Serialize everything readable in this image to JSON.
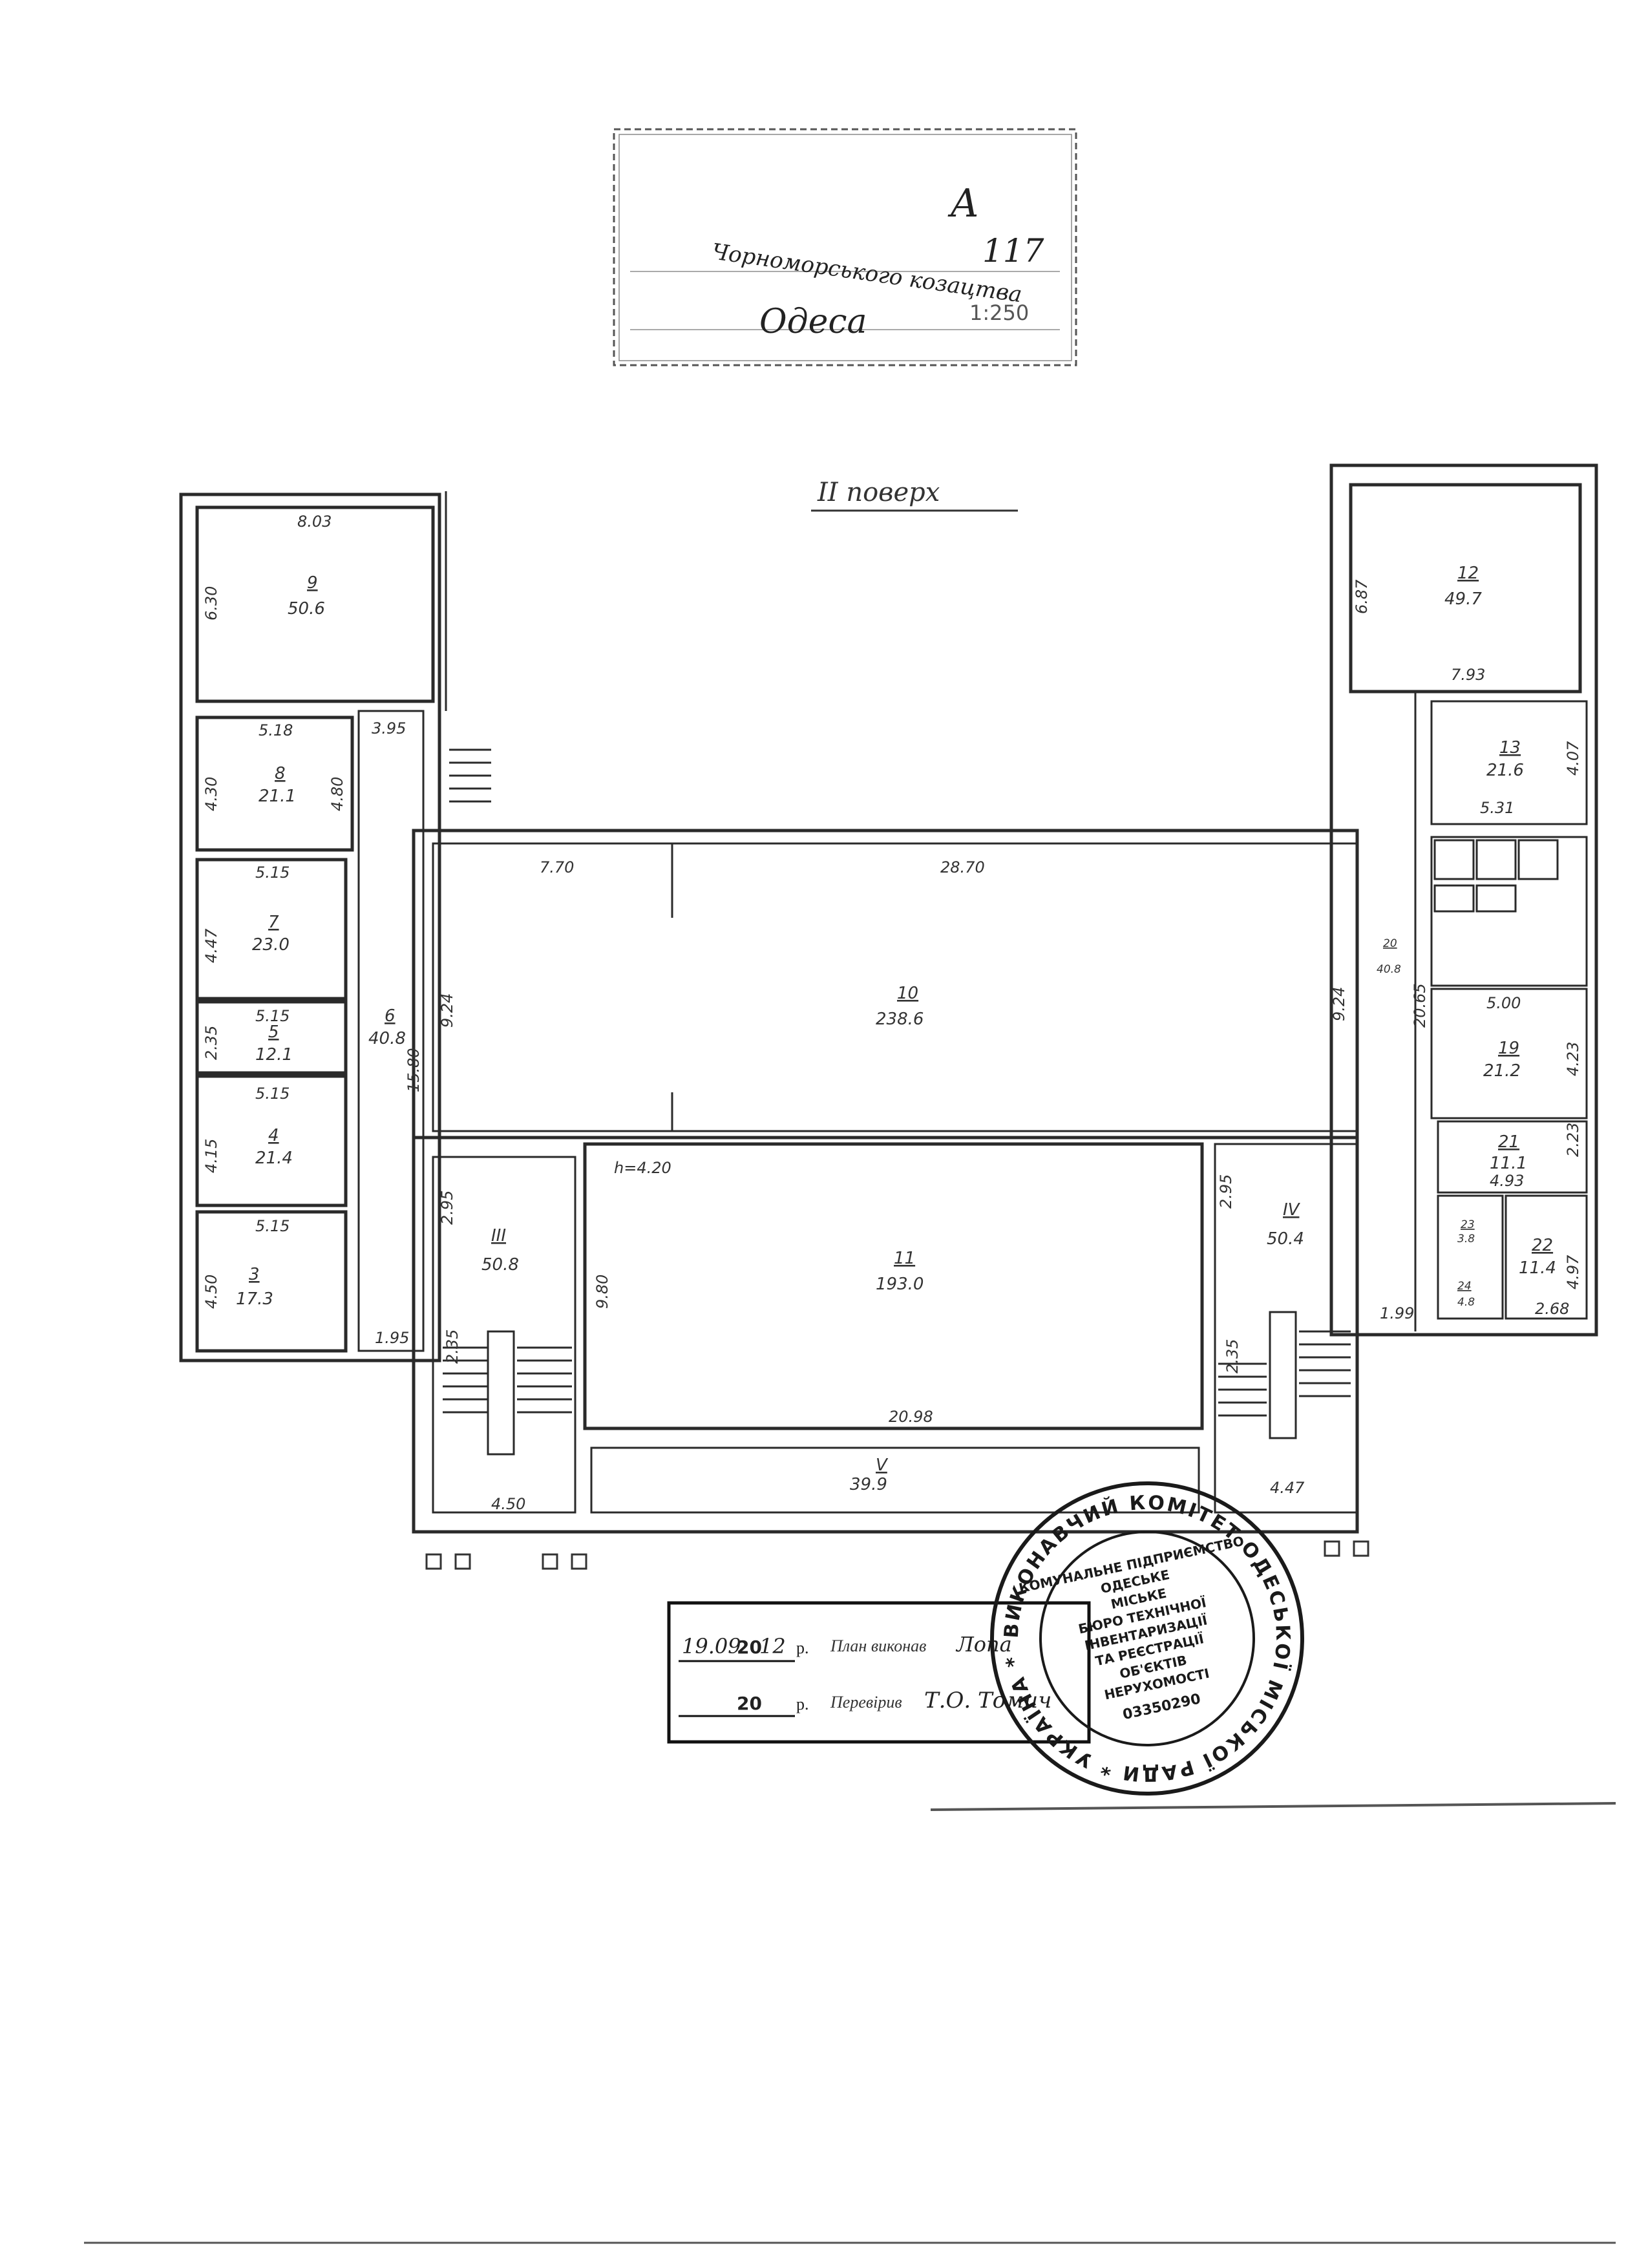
{
  "title_block": {
    "letter": "А",
    "street": "Чорноморського козацтва",
    "number": "117",
    "city": "Одеса",
    "scale": "1:250"
  },
  "floor_label": "II поверх",
  "rooms": [
    {
      "num": "9",
      "area": "50.6"
    },
    {
      "num": "8",
      "area": "21.1"
    },
    {
      "num": "7",
      "area": "23.0"
    },
    {
      "num": "5",
      "area": "12.1"
    },
    {
      "num": "4",
      "area": "21.4"
    },
    {
      "num": "3",
      "area": "17.3"
    },
    {
      "num": "6",
      "area": "40.8"
    },
    {
      "num": "10",
      "area": "238.6"
    },
    {
      "num": "11",
      "area": "193.0"
    },
    {
      "num": "III",
      "area": "50.8"
    },
    {
      "num": "IV",
      "area": "50.4"
    },
    {
      "num": "V",
      "area": "39.9"
    },
    {
      "num": "12",
      "area": "49.7"
    },
    {
      "num": "13",
      "area": "21.6"
    },
    {
      "num": "19",
      "area": "21.2"
    },
    {
      "num": "21",
      "area": "11.1"
    },
    {
      "num": "22",
      "area": "11.4"
    },
    {
      "num": "23",
      "area": "3.8"
    },
    {
      "num": "24",
      "area": "4.8"
    },
    {
      "num": "20",
      "area": "40.8"
    }
  ],
  "dimensions": {
    "r9_w": "8.03",
    "r9_h": "6.30",
    "r8_w": "5.18",
    "r8_h": "4.30",
    "r8_h2": "4.80",
    "r7_w": "5.15",
    "r7_h": "4.47",
    "r5_w": "5.15",
    "r5_h": "2.35",
    "r4_w": "5.15",
    "r4_h": "4.15",
    "r3_w": "5.15",
    "r3_h": "4.50",
    "corr_top": "3.95",
    "corr_bottom": "1.95",
    "corr_len": "15.80",
    "r10_left": "7.70",
    "r10_right": "28.70",
    "r10_h": "9.24",
    "r10_h2": "9.24",
    "ceiling_h": "h=4.20",
    "r11_h": "9.80",
    "r11_w": "20.98",
    "stair_l_w": "2.95",
    "stair_l_b": "4.50",
    "stair_l_s": "2.35",
    "stair_r_w": "2.95",
    "stair_r_b": "4.47",
    "stair_r_s": "2.35",
    "r12_w": "7.93",
    "r12_h": "6.87",
    "r13_w": "5.31",
    "r13_h": "4.07",
    "r19_w": "5.00",
    "r19_h": "4.23",
    "r21_w": "4.93",
    "r21_h": "2.23",
    "r22_w": "2.68",
    "r22_h": "4.97",
    "corr_r_len": "20.65",
    "corr_r_w": "1.99"
  },
  "signature_block": {
    "date_day": "19.09",
    "year_prefix": "20",
    "year_1": "12",
    "year_suffix_1": "р.",
    "made_label": "План виконав",
    "made_sig": "Лопа",
    "year_2_prefix": "20",
    "year_suffix_2": "р.",
    "checked_label": "Перевірив",
    "checked_sig": "Т.О. Томич"
  },
  "stamp": {
    "outer_text": "ВИКОНАВЧИЙ КОМІТЕТ ОДЕСЬКОЇ МІСЬКОЇ РАДИ * УКРАЇНА *",
    "inner_lines": [
      "КОМУНАЛЬНЕ ПІДПРИЄМСТВО",
      "ОДЕСЬКЕ",
      "МІСЬКЕ",
      "БЮРО ТЕХНІЧНОЇ",
      "ІНВЕНТАРИЗАЦІЇ",
      "ТА РЕЄСТРАЦІЇ",
      "ОБ'ЄКТІВ",
      "НЕРУХОМОСТІ"
    ],
    "code": "03350290"
  }
}
